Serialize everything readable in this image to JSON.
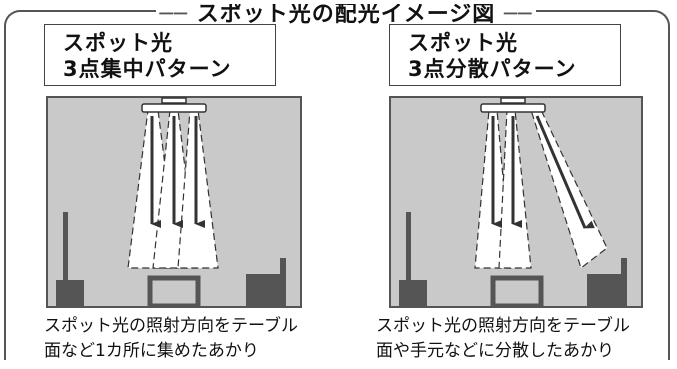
{
  "figure": {
    "title": "スポット光の配光イメージ図"
  },
  "panels": [
    {
      "title_line1": "スポット光",
      "title_line2": "3点集中パターン",
      "caption_line1": "スポット光の照射方向をテーブル",
      "caption_line2": "面など1カ所に集めたあかり"
    },
    {
      "title_line1": "スポット光",
      "title_line2": "3点分散パターン",
      "caption_line1": "スポット光の照射方向をテーブル",
      "caption_line2": "面や手元などに分散したあかり"
    }
  ],
  "colors": {
    "room_fill": "#c9c9c9",
    "room_border": "#555555",
    "furniture": "#555555",
    "arrow": "#333333",
    "beam_fill": "#ffffff",
    "fixture": "#ffffff"
  },
  "icons": {
    "fixture": "spotlight-fixture-icon",
    "table": "table-icon",
    "chair": "chair-icon"
  }
}
